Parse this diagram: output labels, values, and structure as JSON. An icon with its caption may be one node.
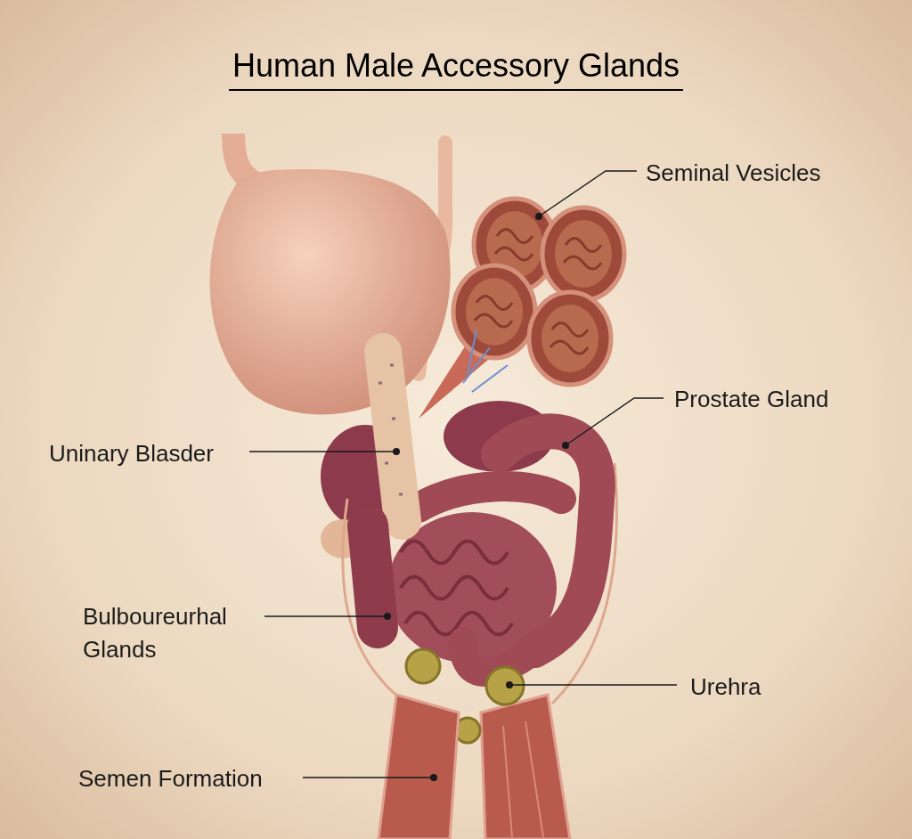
{
  "diagram": {
    "title": "Human Male Accessory Glands",
    "nodes": [
      {
        "text": [
          "Seminal Vesicles"
        ]
      },
      {
        "text": [
          "Prostate Gland"
        ]
      },
      {
        "text": [
          "Uninary Blasder"
        ]
      },
      {
        "text": [
          "Bulboureurhal Glands"
        ]
      },
      {
        "text": [
          "Urehra"
        ]
      },
      {
        "text": [
          "Semen Formation"
        ]
      },
      {
        "text": [],
        "shape": "picture"
      },
      {
        "text": [],
        "shape": "picture"
      },
      {
        "text": [],
        "shape": "picture"
      },
      {
        "text": [],
        "shape": "picture"
      },
      {
        "text": [],
        "shape": "picture"
      },
      {
        "text": [],
        "shape": "picture"
      }
    ],
    "edges": [
      {
        "from": 0,
        "to": 6,
        "arrow": "other"
      },
      {
        "from": 1,
        "to": 7,
        "arrow": "other"
      },
      {
        "from": 2,
        "to": 8,
        "arrow": "other"
      },
      {
        "from": 3,
        "to": 9,
        "arrow": "other"
      },
      {
        "from": 4,
        "to": 10,
        "arrow": "other"
      },
      {
        "from": 5,
        "to": 11,
        "arrow": "other"
      }
    ]
  }
}
